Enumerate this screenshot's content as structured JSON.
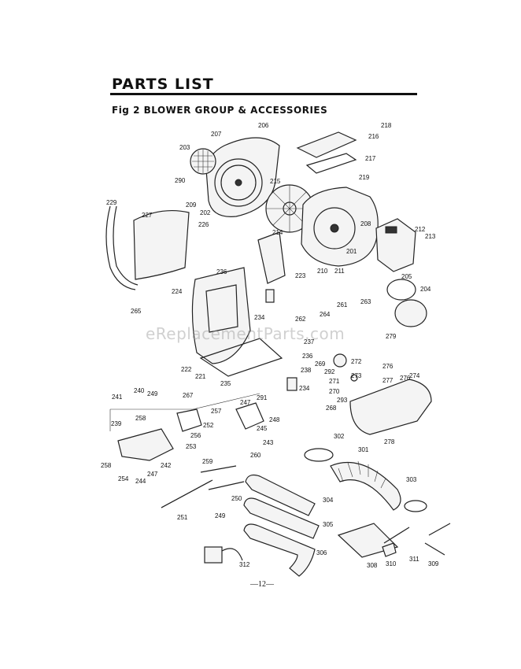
{
  "title": "PARTS LIST",
  "subtitle": "Fig 2  BLOWER GROUP & ACCESSORIES",
  "watermark": "eReplacementParts.com",
  "page_number": "—12—",
  "part_labels": {
    "p201": "201",
    "p202": "202",
    "p203": "203",
    "p204": "204",
    "p205": "205",
    "p206": "206",
    "p207": "207",
    "p208": "208",
    "p209": "209",
    "p210": "210",
    "p211": "211",
    "p212": "212",
    "p213": "213",
    "p214": "214",
    "p215": "215",
    "p216": "216",
    "p217": "217",
    "p218": "218",
    "p219": "219",
    "p221": "221",
    "p222": "222",
    "p223": "223",
    "p224": "224",
    "p226": "226",
    "p227": "227",
    "p229": "229",
    "p234a": "234",
    "p234b": "234",
    "p235": "235",
    "p236a": "236",
    "p236b": "236",
    "p237": "237",
    "p238": "238",
    "p239": "239",
    "p240": "240",
    "p241": "241",
    "p242": "242",
    "p243": "243",
    "p244": "244",
    "p245": "245",
    "p247a": "247",
    "p247b": "247",
    "p248": "248",
    "p249a": "249",
    "p249b": "249",
    "p250": "250",
    "p251": "251",
    "p252": "252",
    "p253": "253",
    "p254": "254",
    "p256": "256",
    "p257": "257",
    "p258a": "258",
    "p258b": "258",
    "p259": "259",
    "p260": "260",
    "p261": "261",
    "p262": "262",
    "p263": "263",
    "p264": "264",
    "p265": "265",
    "p267": "267",
    "p268": "268",
    "p269": "269",
    "p270": "270",
    "p271": "271",
    "p272": "272",
    "p273": "273",
    "p274": "274",
    "p276a": "276",
    "p276b": "276",
    "p277": "277",
    "p278": "278",
    "p279": "279",
    "p290": "290",
    "p291": "291",
    "p292": "292",
    "p293": "293",
    "p301": "301",
    "p302": "302",
    "p303": "303",
    "p304": "304",
    "p305": "305",
    "p306": "306",
    "p308": "308",
    "p309": "309",
    "p310": "310",
    "p311": "311",
    "p312": "312"
  }
}
